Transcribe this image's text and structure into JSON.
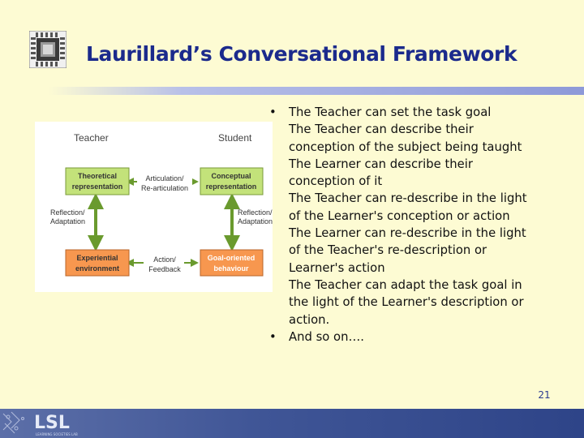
{
  "slide": {
    "title": "Laurillard’s Conversational Framework",
    "page_number": "21",
    "bullets": [
      {
        "marker": "•",
        "lines": [
          "The Teacher can set the task goal"
        ]
      },
      {
        "marker": "",
        "lines": [
          "The Teacher can describe their",
          "conception of the subject being taught"
        ]
      },
      {
        "marker": "",
        "lines": [
          "The Learner can describe their",
          "conception of it"
        ]
      },
      {
        "marker": "",
        "lines": [
          "The Teacher can re-describe in the light",
          "of the Learner's conception or action"
        ]
      },
      {
        "marker": "",
        "lines": [
          "The Learner can re-describe in the light",
          "of the Teacher's re-description or",
          "Learner's action"
        ]
      },
      {
        "marker": "",
        "lines": [
          "The Teacher can adapt the task goal in",
          "the light of the Learner's description or",
          "action."
        ]
      },
      {
        "marker": "•",
        "lines": [
          "And so on…."
        ]
      }
    ]
  },
  "diagram": {
    "teacher_label": "Teacher",
    "student_label": "Student",
    "box_theoretical": [
      "Theoretical",
      "representation"
    ],
    "box_conceptual": [
      "Conceptual",
      "representation"
    ],
    "box_experiential": [
      "Experiential",
      "environment"
    ],
    "box_goal": [
      "Goal-oriented",
      "behaviour"
    ],
    "arrow_top": [
      "Articulation/",
      "Re-articulation"
    ],
    "arrow_bottom": [
      "Action/",
      "Feedback"
    ],
    "arrow_left": [
      "Reflection/",
      "Adaptation"
    ],
    "arrow_right": [
      "Reflection/",
      "Adaptation"
    ],
    "colors": {
      "green": "#c3e27a",
      "orange": "#f7974f",
      "arrow": "#6a9a2e"
    }
  },
  "footer": {
    "logo_text": "LSL",
    "logo_subtext": "LEARNING SOCIETIES LAB"
  }
}
